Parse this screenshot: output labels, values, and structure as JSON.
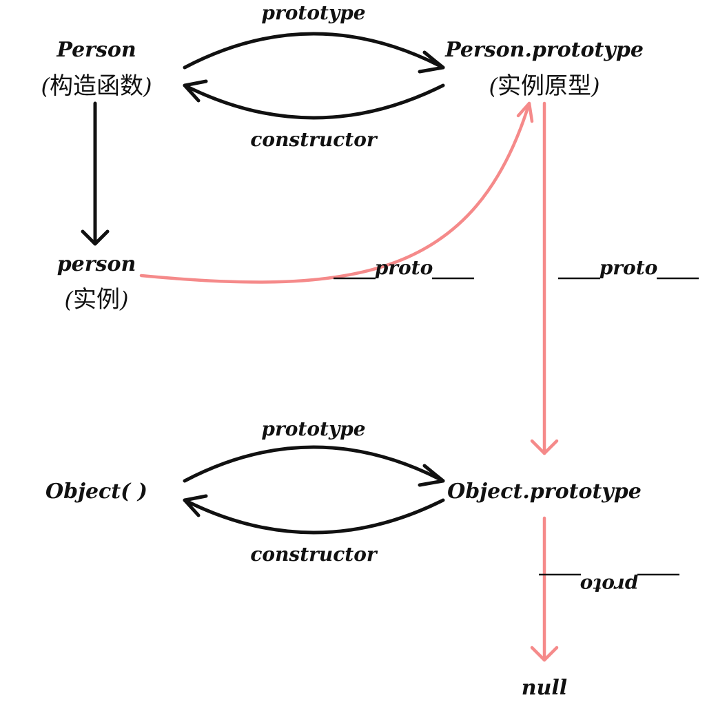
{
  "nodes": {
    "person_ctor": {
      "name": "Person",
      "note": "构造函数"
    },
    "person_proto": {
      "name": "Person.prototype",
      "note": "实例原型"
    },
    "person_inst": {
      "name": "person",
      "note": "实例"
    },
    "object_ctor": {
      "name": "Object( )"
    },
    "object_proto": {
      "name": "Object.prototype"
    },
    "null_node": {
      "name": "null"
    }
  },
  "edges": {
    "person_prototype": "prototype",
    "person_constructor": "constructor",
    "inst_proto": "proto",
    "proto_chain": "proto",
    "object_prototype": "prototype",
    "object_constructor": "constructor",
    "null_proto": "proto"
  },
  "colors": {
    "structural": "#111111",
    "proto_link": "#f58a8a"
  }
}
